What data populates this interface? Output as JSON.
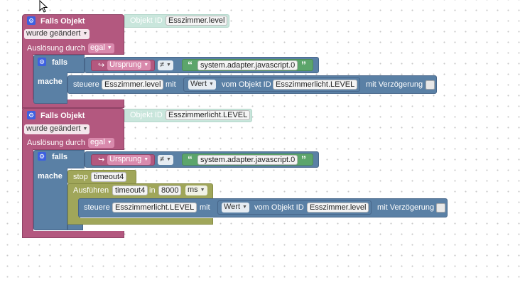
{
  "cursor": "mouse-pointer-icon",
  "block1": {
    "title": "Falls Objekt",
    "id_label": "Objekt ID",
    "object_id": "Esszimmer.level",
    "mode": "wurde geändert",
    "trigger_label": "Auslösung durch",
    "trigger_value": "egal",
    "if_label": "falls",
    "do_label": "mache",
    "condition": {
      "field": "Ursprung",
      "operator": "≠",
      "value": "system.adapter.javascript.0"
    },
    "action": {
      "label": "steuere",
      "target": "Esszimmer.level",
      "with_label": "mit",
      "value_field": "Wert",
      "from_label": "vom Objekt ID",
      "source": "Esszimmerlicht.LEVEL",
      "delay_label": "mit Verzögerung"
    }
  },
  "block2": {
    "title": "Falls Objekt",
    "id_label": "Objekt ID",
    "object_id": "Esszimmerlicht.LEVEL",
    "mode": "wurde geändert",
    "trigger_label": "Auslösung durch",
    "trigger_value": "egal",
    "if_label": "falls",
    "do_label": "mache",
    "condition": {
      "field": "Ursprung",
      "operator": "≠",
      "value": "system.adapter.javascript.0"
    },
    "stop_label": "stop",
    "stop_timer": "timeout4",
    "exec_label": "Ausführen",
    "exec_timer": "timeout4",
    "in_label": "in",
    "delay_value": "8000",
    "delay_unit": "ms",
    "action": {
      "label": "steuere",
      "target": "Esszimmerlicht.LEVEL",
      "with_label": "mit",
      "value_field": "Wert",
      "from_label": "vom Objekt ID",
      "source": "Esszimmer.level",
      "delay_label": "mit Verzögerung"
    }
  }
}
